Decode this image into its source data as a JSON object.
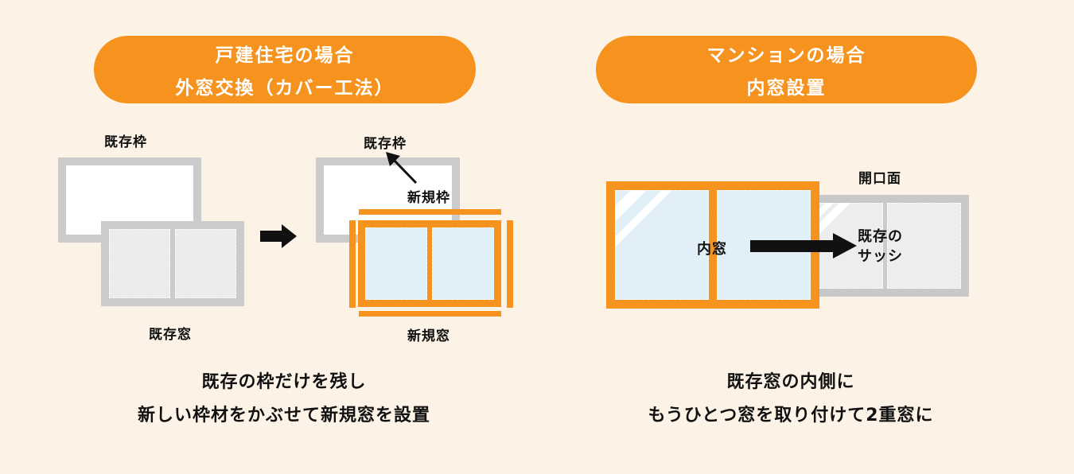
{
  "theme": {
    "background": "#FCF3E6",
    "orange": "#F6921E",
    "frame_gray": "#CBCBCB",
    "pane_gray": "#ECECEC",
    "glass_blue": "#E0EFF8",
    "ink": "#111111"
  },
  "left": {
    "title": {
      "line1": "戸建住宅の場合",
      "line2": "外窓交換（カバー工法）"
    },
    "labels": {
      "existing_frame_before": "既存枠",
      "existing_window": "既存窓",
      "existing_frame_after": "既存枠",
      "new_frame": "新規枠",
      "new_window": "新規窓"
    },
    "caption": {
      "line1": "既存の枠だけを残し",
      "line2": "新しい枠材をかぶせて新規窓を設置"
    }
  },
  "right": {
    "title": {
      "line1": "マンションの場合",
      "line2": "内窓設置"
    },
    "labels": {
      "opening_face": "開口面",
      "inner_window": "内窓",
      "existing_sash_line1": "既存の",
      "existing_sash_line2": "サッシ"
    },
    "caption": {
      "line1": "既存窓の内側に",
      "line2": "もうひとつ窓を取り付けて2重窓に"
    }
  }
}
